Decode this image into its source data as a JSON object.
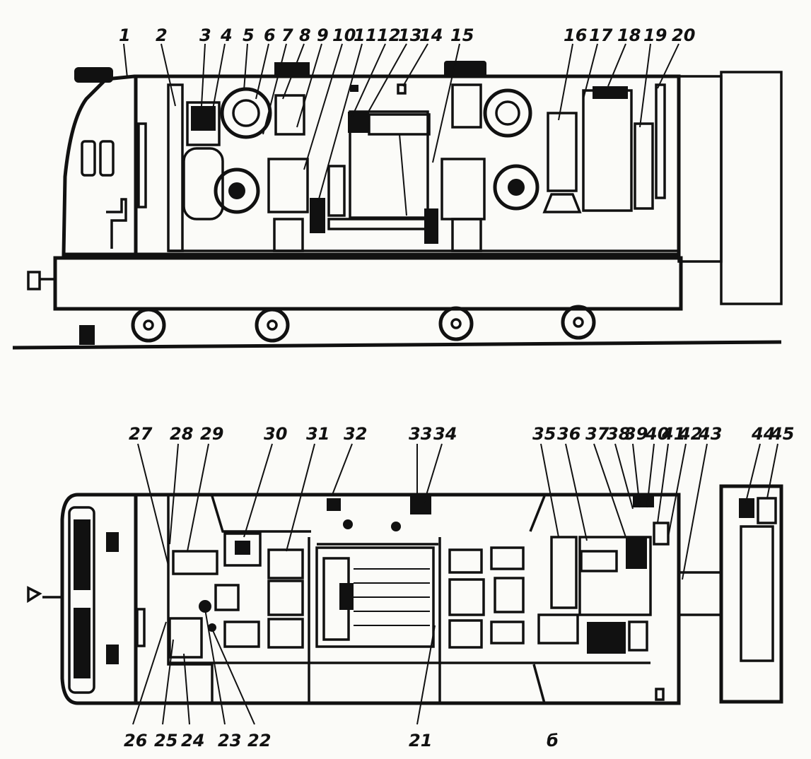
{
  "side_view": {
    "callouts_top": [
      "1",
      "2",
      "3",
      "4",
      "5",
      "6",
      "7",
      "8",
      "9",
      "10",
      "11",
      "12",
      "13",
      "14",
      "15",
      "16",
      "17",
      "18",
      "19",
      "20"
    ]
  },
  "plan_view": {
    "callouts_top": [
      "27",
      "28",
      "29",
      "30",
      "31",
      "32",
      "33",
      "34",
      "35",
      "36",
      "37",
      "38",
      "39",
      "40",
      "41",
      "42",
      "43",
      "44",
      "45"
    ],
    "callouts_bottom": [
      "26",
      "25",
      "24",
      "23",
      "22",
      "21"
    ],
    "caption": "б"
  }
}
